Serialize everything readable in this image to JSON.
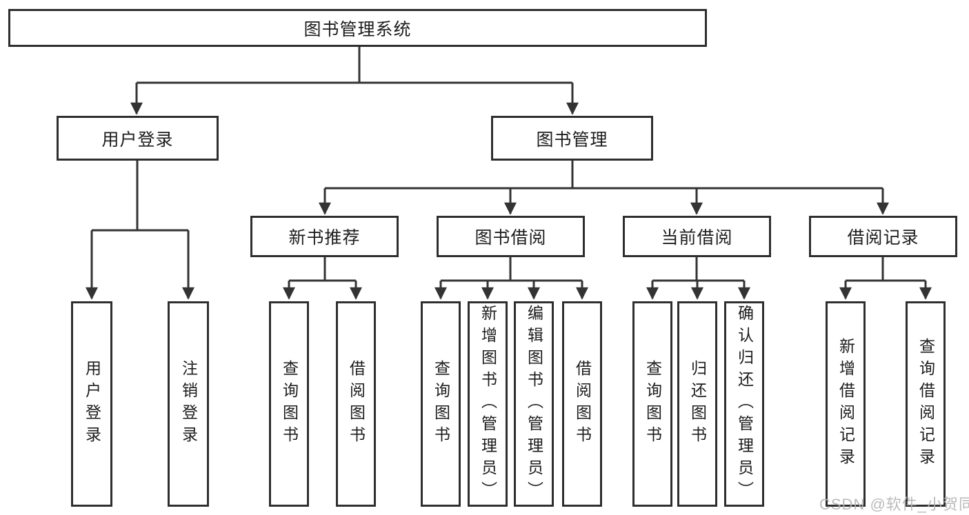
{
  "diagram": {
    "type": "hierarchy-tree",
    "tree": {
      "root": {
        "label": "图书管理系统"
      },
      "level2": [
        {
          "label": "用户登录",
          "children": [
            {
              "label": "用户登录"
            },
            {
              "label": "注销登录"
            }
          ]
        },
        {
          "label": "图书管理",
          "children": [
            {
              "label": "新书推荐",
              "children": [
                {
                  "label": "查询图书"
                },
                {
                  "label": "借阅图书"
                }
              ]
            },
            {
              "label": "图书借阅",
              "children": [
                {
                  "label": "查询图书"
                },
                {
                  "label": "新增图书（管理员）"
                },
                {
                  "label": "编辑图书（管理员）"
                },
                {
                  "label": "借阅图书"
                }
              ]
            },
            {
              "label": "当前借阅",
              "children": [
                {
                  "label": "查询图书"
                },
                {
                  "label": "归还图书"
                },
                {
                  "label": "确认归还（管理员）"
                }
              ]
            },
            {
              "label": "借阅记录",
              "children": [
                {
                  "label": "新增借阅记录"
                },
                {
                  "label": "查询借阅记录"
                }
              ]
            }
          ]
        }
      ]
    },
    "colors": {
      "line": "#333333",
      "box_border": "#2e2e2e",
      "text": "#1c1c1c",
      "background": "#ffffff",
      "watermark": "#b5b5b5"
    }
  },
  "watermark": {
    "text": "CSDN @软件_小贺同学"
  }
}
